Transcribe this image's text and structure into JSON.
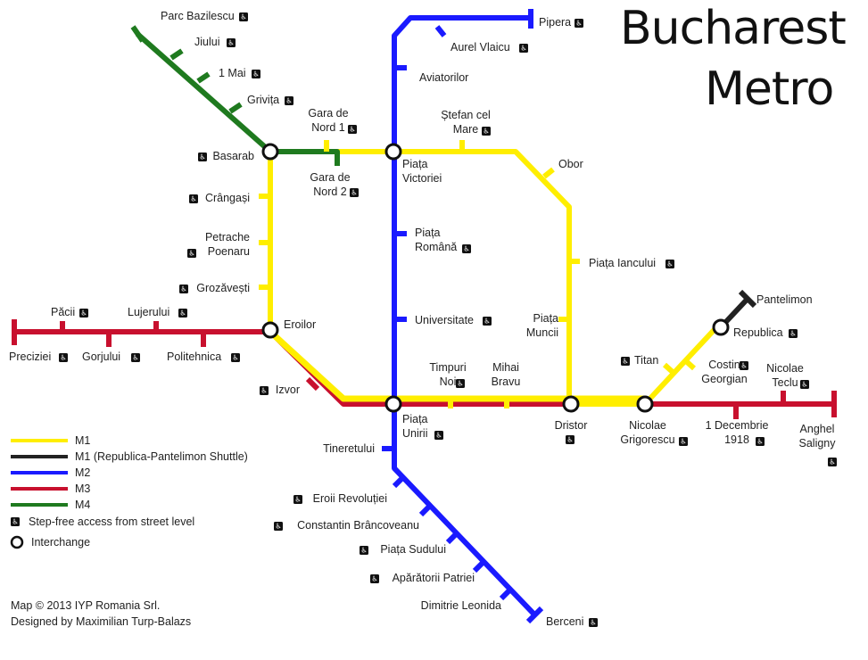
{
  "title_line1": "Bucharest",
  "title_line2": "Metro",
  "credit_line1": "Map © 2013 IYP Romania Srl.",
  "credit_line2": "Designed by Maximilian Turp-Balazs",
  "colors": {
    "M1": "#ffee00",
    "M1S": "#222222",
    "M2": "#1a1aff",
    "M3": "#c8102e",
    "M4": "#1f7a1f"
  },
  "legend": [
    {
      "line": "M1",
      "label": "M1"
    },
    {
      "line": "M1S",
      "label": "M1 (Republica-Pantelimon Shuttle)"
    },
    {
      "line": "M2",
      "label": "M2"
    },
    {
      "line": "M3",
      "label": "M3"
    },
    {
      "line": "M4",
      "label": "M4"
    }
  ],
  "legend_access": "Step-free access from street level",
  "legend_interchange": "Interchange",
  "accessibility_icon": "wheelchair-icon",
  "stations": [
    {
      "id": "parc-bazilescu",
      "lines": "M4",
      "l1": "Parc Bazilescu",
      "step_free": true
    },
    {
      "id": "jiului",
      "lines": "M4",
      "l1": "Jiului",
      "step_free": true
    },
    {
      "id": "1-mai",
      "lines": "M4",
      "l1": "1 Mai",
      "step_free": true
    },
    {
      "id": "grivita",
      "lines": "M4",
      "l1": "Grivița",
      "step_free": true
    },
    {
      "id": "basarab",
      "lines": "M1 M4",
      "l1": "Basarab",
      "step_free": true,
      "interchange": true
    },
    {
      "id": "gara-de-nord-1",
      "lines": "M1",
      "l1": "Gara de",
      "l2": "Nord 1",
      "step_free": true
    },
    {
      "id": "gara-de-nord-2",
      "lines": "M4",
      "l1": "Gara de",
      "l2": "Nord 2",
      "step_free": true
    },
    {
      "id": "crangasi",
      "lines": "M1",
      "l1": "Crângași",
      "step_free": true
    },
    {
      "id": "petrache-poenaru",
      "lines": "M1",
      "l1": "Petrache",
      "l2": "Poenaru",
      "step_free": true
    },
    {
      "id": "grozavesti",
      "lines": "M1",
      "l1": "Grozăvești",
      "step_free": true
    },
    {
      "id": "eroilor",
      "lines": "M1 M3",
      "l1": "Eroilor",
      "interchange": true
    },
    {
      "id": "izvor",
      "lines": "M1 M3",
      "l1": "Izvor",
      "step_free": true
    },
    {
      "id": "pipera",
      "lines": "M2",
      "l1": "Pipera",
      "step_free": true
    },
    {
      "id": "aurel-vlaicu",
      "lines": "M2",
      "l1": "Aurel Vlaicu",
      "step_free": true
    },
    {
      "id": "aviatorilor",
      "lines": "M2",
      "l1": "Aviatorilor"
    },
    {
      "id": "piata-victoriei",
      "lines": "M1 M2",
      "l1": "Piața",
      "l2": "Victoriei",
      "interchange": true
    },
    {
      "id": "stefan-cel-mare",
      "lines": "M1",
      "l1": "Ștefan cel",
      "l2": "Mare",
      "step_free": true
    },
    {
      "id": "obor",
      "lines": "M1",
      "l1": "Obor"
    },
    {
      "id": "piata-romana",
      "lines": "M2",
      "l1": "Piața",
      "l2": "Română",
      "step_free": true
    },
    {
      "id": "piata-iancului",
      "lines": "M1",
      "l1": "Piața Iancului",
      "step_free": true
    },
    {
      "id": "universitate",
      "lines": "M2",
      "l1": "Universitate",
      "step_free": true
    },
    {
      "id": "piata-muncii",
      "lines": "M1",
      "l1": "Piața",
      "l2": "Muncii"
    },
    {
      "id": "timpuri-noi",
      "lines": "M1 M3",
      "l1": "Timpuri",
      "l2": "Noi",
      "step_free": true
    },
    {
      "id": "mihai-bravu",
      "lines": "M1 M3",
      "l1": "Mihai",
      "l2": "Bravu"
    },
    {
      "id": "piata-unirii",
      "lines": "M1 M2 M3",
      "l1": "Piața",
      "l2": "Unirii",
      "step_free": true,
      "interchange": true
    },
    {
      "id": "dristor",
      "lines": "M1 M3",
      "l1": "Dristor",
      "step_free": true,
      "interchange": true
    },
    {
      "id": "nicolae-grigorescu",
      "lines": "M1 M3",
      "l1": "Nicolae",
      "l2": "Grigorescu",
      "step_free": true,
      "interchange": true
    },
    {
      "id": "titan",
      "lines": "M1",
      "l1": "Titan",
      "step_free": true
    },
    {
      "id": "costin-georgian",
      "lines": "M1",
      "l1": "Costin",
      "l2": "Georgian",
      "step_free": true
    },
    {
      "id": "republica",
      "lines": "M1 M1S",
      "l1": "Republica",
      "step_free": true,
      "interchange": true
    },
    {
      "id": "pantelimon",
      "lines": "M1S",
      "l1": "Pantelimon"
    },
    {
      "id": "nicolae-teclu",
      "lines": "M3",
      "l1": "Nicolae",
      "l2": "Teclu",
      "step_free": true
    },
    {
      "id": "1-decembrie-1918",
      "lines": "M3",
      "l1": "1 Decembrie",
      "l2": "1918",
      "step_free": true
    },
    {
      "id": "anghel-saligny",
      "lines": "M3",
      "l1": "Anghel",
      "l2": "Saligny",
      "step_free": true
    },
    {
      "id": "preciziei",
      "lines": "M3",
      "l1": "Preciziei",
      "step_free": true
    },
    {
      "id": "pacii",
      "lines": "M3",
      "l1": "Păcii",
      "step_free": true
    },
    {
      "id": "gorjului",
      "lines": "M3",
      "l1": "Gorjului",
      "step_free": true
    },
    {
      "id": "lujerului",
      "lines": "M3",
      "l1": "Lujerului",
      "step_free": true
    },
    {
      "id": "politehnica",
      "lines": "M3",
      "l1": "Politehnica",
      "step_free": true
    },
    {
      "id": "tineretului",
      "lines": "M2",
      "l1": "Tineretului"
    },
    {
      "id": "eroii-revolutiei",
      "lines": "M2",
      "l1": "Eroii Revoluției",
      "step_free": true
    },
    {
      "id": "constantin-brancoveanu",
      "lines": "M2",
      "l1": "Constantin Brâncoveanu",
      "step_free": true
    },
    {
      "id": "piata-sudului",
      "lines": "M2",
      "l1": "Piața Sudului",
      "step_free": true
    },
    {
      "id": "aparatorii-patriei",
      "lines": "M2",
      "l1": "Apărătorii Patriei",
      "step_free": true
    },
    {
      "id": "dimitrie-leonida",
      "lines": "M2",
      "l1": "Dimitrie Leonida"
    },
    {
      "id": "berceni",
      "lines": "M2",
      "l1": "Berceni",
      "step_free": true
    }
  ]
}
